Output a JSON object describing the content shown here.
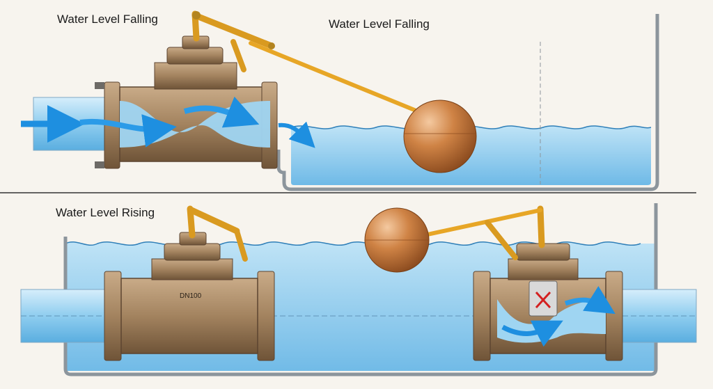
{
  "labels": {
    "top_left": "Water Level Falling",
    "top_right": "Water Level Falling",
    "bottom_left": "Water Level Rising",
    "valve_size": "DN100"
  },
  "colors": {
    "background": "#f7f4ee",
    "water": "#8fcdef",
    "water_deep": "#5fb3e6",
    "tank_wall": "#8c959c",
    "valve_bronze": "#9c7c5c",
    "valve_dark": "#5c4430",
    "lever_arm": "#e7a626",
    "float_ball": "#c97a3c",
    "flow_arrow": "#1e8fe0",
    "blocked_mark": "#d32020"
  },
  "icons": [
    "flow-arrow-icon",
    "blocked-x-icon"
  ]
}
